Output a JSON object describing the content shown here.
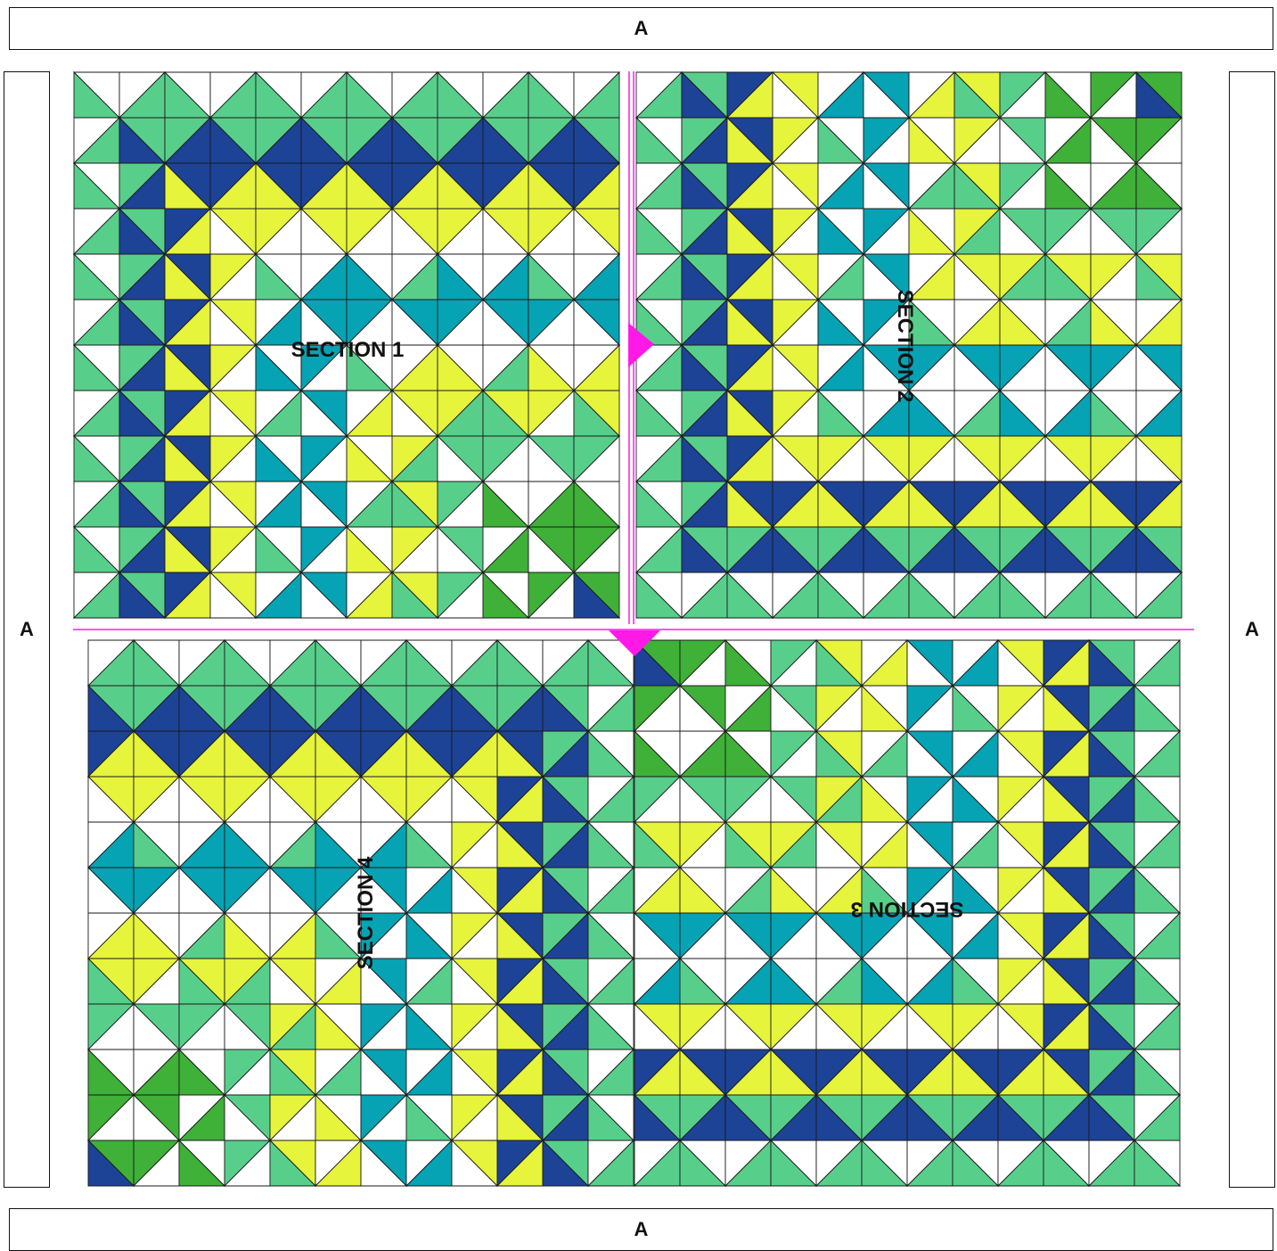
{
  "border": {
    "top_label": "A",
    "bottom_label": "A",
    "left_label": "A",
    "right_label": "A"
  },
  "sections": [
    {
      "label": "SECTION 1",
      "orientation": "upright"
    },
    {
      "label": "SECTION 2",
      "orientation": "rotated-90"
    },
    {
      "label": "SECTION 3",
      "orientation": "rotated-180"
    },
    {
      "label": "SECTION 4",
      "orientation": "rotated-270"
    }
  ],
  "colors": {
    "navy": "#1d4397",
    "seafoam": "#57cf8b",
    "lime": "#e6f43b",
    "teal": "#05a3b3",
    "green": "#3fb038",
    "white": "#ffffff",
    "marker": "#ff19e6"
  }
}
